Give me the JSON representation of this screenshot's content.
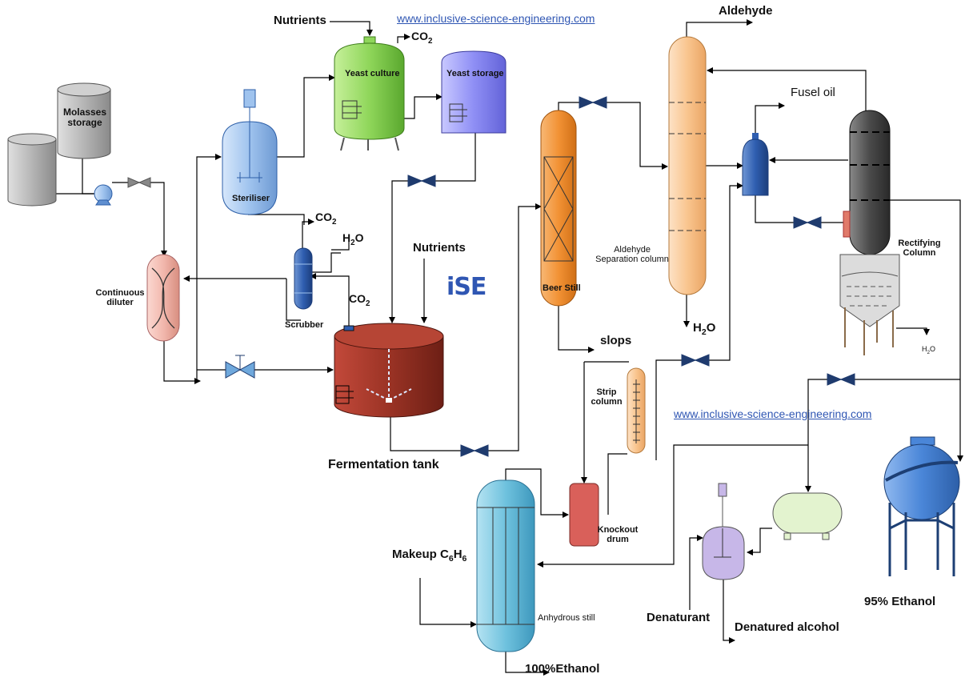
{
  "labels": {
    "nutrients_top": "Nutrients",
    "website_top": "www.inclusive-science-engineering.com",
    "co2_top": "CO",
    "co2_sub": "2",
    "yeast_culture": "Yeast culture",
    "yeast_storage": "Yeast storage",
    "aldehyde": "Aldehyde",
    "fusel_oil": "Fusel oil",
    "molasses_storage_1": "Molasses",
    "molasses_storage_2": "storage",
    "steriliser": "Steriliser",
    "co2_scrubber": "CO",
    "co2_scrubber_sub": "2",
    "h2o_scrubber": "H",
    "h2o_scrubber_sub": "2",
    "h2o_scrubber_end": "O",
    "nutrients_mid": "Nutrients",
    "logo": "iSE",
    "continuous_diluter_1": "Continuous",
    "continuous_diluter_2": "diluter",
    "scrubber": "Scrubber",
    "co2_tank": "CO",
    "co2_tank_sub": "2",
    "beer_still": "Beer Still",
    "aldehyde_sep_1": "Aldehyde",
    "aldehyde_sep_2": "Separation column",
    "rectifying_1": "Rectifying",
    "rectifying_2": "Column",
    "h2o_aldehyde": "H",
    "h2o_aldehyde_sub": "2",
    "h2o_aldehyde_end": "O",
    "h2o_small": "H",
    "h2o_small_sub": "2",
    "h2o_small_end": "O",
    "slops": "slops",
    "strip_column_1": "Strip",
    "strip_column_2": "column",
    "website_mid": "www.inclusive-science-engineering.com",
    "fermentation_tank": "Fermentation tank",
    "knockout_1": "Knockout",
    "knockout_2": "drum",
    "makeup_c6h6": "Makeup C",
    "makeup_sub1": "6",
    "makeup_h": "H",
    "makeup_sub2": "6",
    "anhydrous_still": "Anhydrous still",
    "denaturant": "Denaturant",
    "denatured_alcohol": "Denatured alcohol",
    "ethanol_95": "95% Ethanol",
    "ethanol_100": "100%Ethanol"
  },
  "colors": {
    "line": "#000000",
    "valve": "#1f3b6e",
    "yeast_culture": "#8fd65a",
    "yeast_storage": "#8f8ff5",
    "steriliser": "#9fc3ee",
    "scrubber": "#2f5eb0",
    "diluter": "#f2b8ad",
    "fermentation_tank": "#9b3325",
    "beer_still": "#f29235",
    "aldehyde_column": "#f9c58f",
    "rectifying_column": "#4a4a4a",
    "strip_column": "#f9d3ad",
    "knockout_drum": "#d9605a",
    "anhydrous_still": "#6fc2de",
    "denaturing_vessel": "#c7b7e8",
    "storage_green": "#e3f3cf",
    "ethanol_sphere": "#4a86d8",
    "molasses_tank": "#b5b5b5",
    "link": "#2f56b3"
  }
}
